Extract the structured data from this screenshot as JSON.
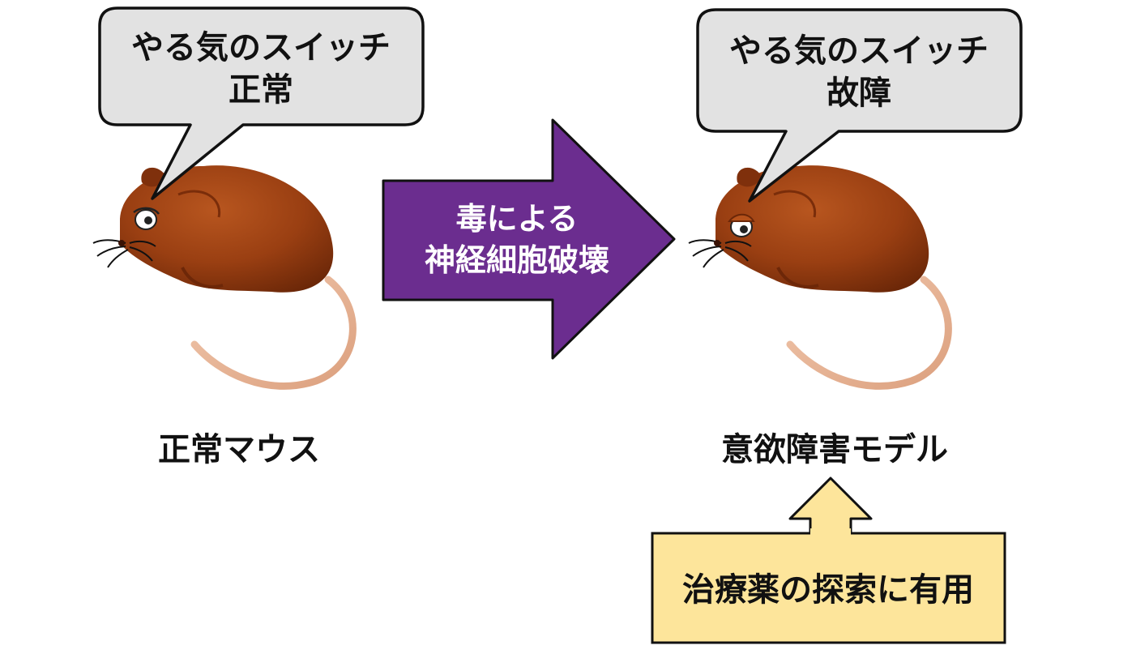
{
  "left_bubble": {
    "line1": "やる気のスイッチ",
    "line2": "正常"
  },
  "right_bubble": {
    "line1": "やる気のスイッチ",
    "line2": "故障"
  },
  "center_arrow": {
    "line1": "毒による",
    "line2": "神経細胞破壊"
  },
  "left_caption": "正常マウス",
  "right_caption": "意欲障害モデル",
  "bottom_box": {
    "text": "治療薬の探索に有用"
  },
  "colors": {
    "bubble_fill": "#e2e2e2",
    "arrow_fill": "#6b2d8f",
    "box_fill": "#fde59b",
    "mouse_body": "#9a3f12",
    "mouse_tail": "#e7b79a"
  }
}
